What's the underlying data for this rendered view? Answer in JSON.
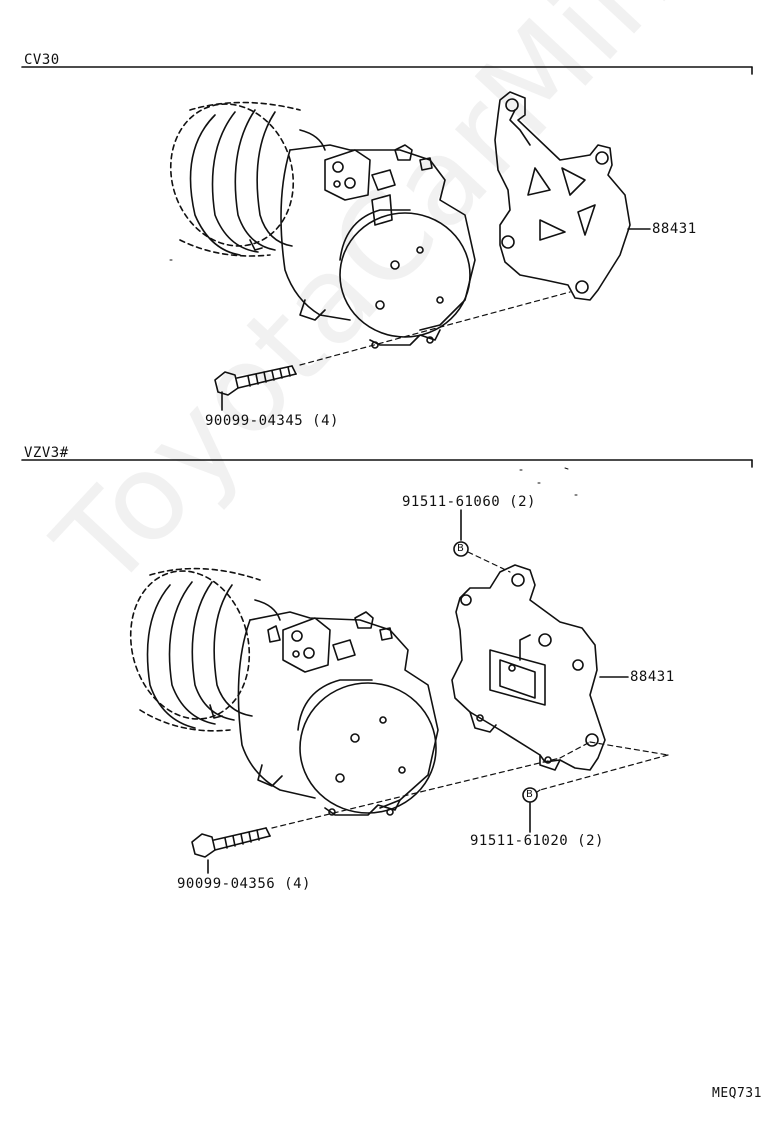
{
  "sections": [
    {
      "title": "CV30",
      "parts": {
        "bracket": "88431",
        "bolt": "90099-04345 (4)"
      }
    },
    {
      "title": "VZV3#",
      "parts": {
        "bracket": "88431",
        "nut_top": "91511-61060 (2)",
        "nut_bottom": "91511-61020 (2)",
        "bolt": "90099-04356 (4)"
      }
    }
  ],
  "watermark": "ToyotaCarMine.ru",
  "figure_code": "MEQ731",
  "colors": {
    "line": "#111111",
    "watermark": "#d0d0d0"
  },
  "icons": {
    "nut_marker": "nut-symbol-b"
  }
}
